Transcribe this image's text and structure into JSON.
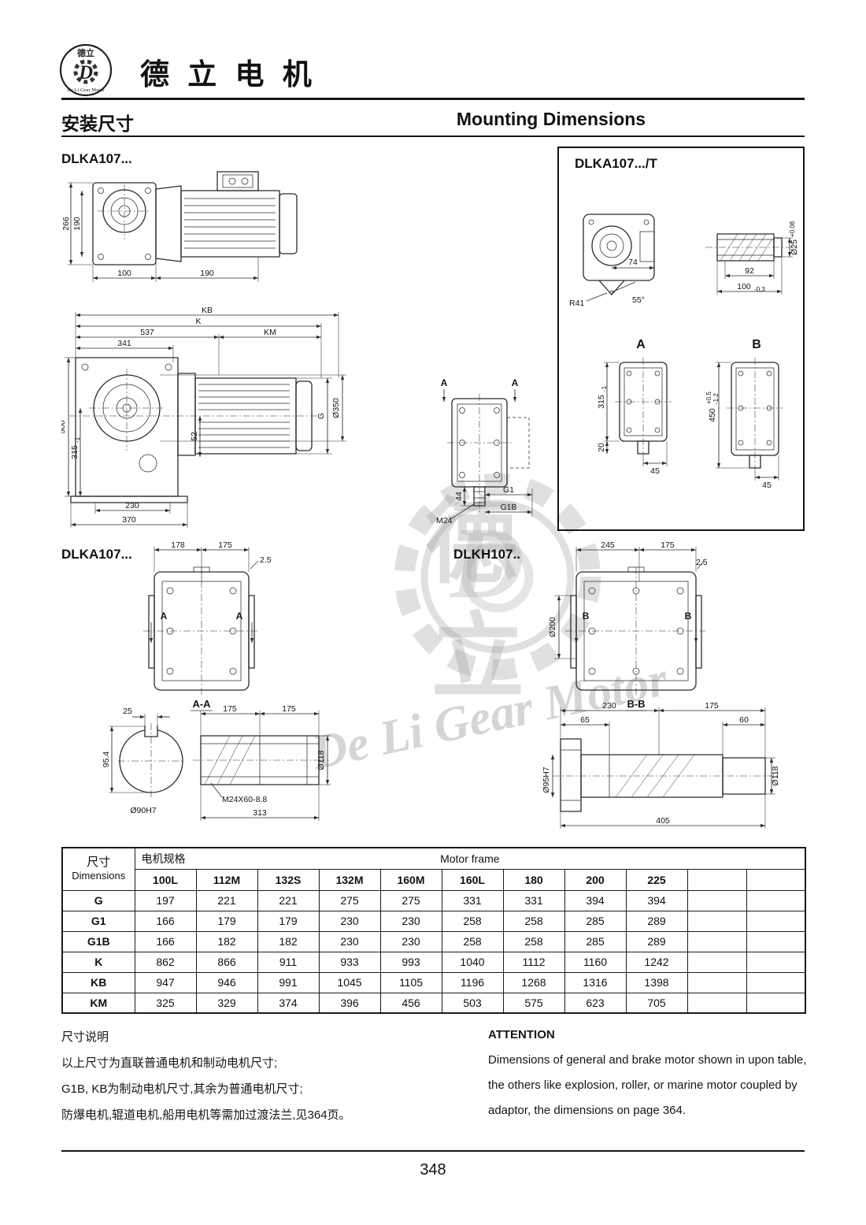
{
  "header": {
    "brand": "德 立 电 机",
    "logo_chars": "德立",
    "logo_letter": "D",
    "logo_script": "De Li Gear Motor",
    "title_cn": "安装尺寸",
    "title_en": "Mounting Dimensions"
  },
  "watermark": {
    "char1": "德",
    "char2": "立",
    "letter": "D",
    "script": "De Li Gear Motor"
  },
  "drawings": {
    "front": {
      "label": "DLKA107...",
      "dim_v_outer": "266",
      "dim_v_inner": "190",
      "dim_h_left": "100",
      "dim_h_right": "190"
    },
    "tbox": {
      "label": "DLKA107.../T",
      "dim_74": "74",
      "dim_r41": "R41",
      "dim_angle": "55°",
      "dim_d25": "Ø25",
      "dim_d25_tol": "+0.08",
      "dim_92": "92",
      "dim_100": "100",
      "dim_100_tol": "-0,3",
      "view_a": "A",
      "view_b": "B",
      "dim_315": "315",
      "dim_315_tol": "-1",
      "dim_20": "20",
      "dim_45_a": "45",
      "dim_450": "450",
      "dim_450_tol_up": "+0.5",
      "dim_450_tol_dn": "-1.2",
      "dim_45_b": "45"
    },
    "side": {
      "dim_kb": "KB",
      "dim_k": "K",
      "dim_537": "537",
      "dim_km": "KM",
      "dim_341": "341",
      "dim_500": "500",
      "dim_315": "315",
      "dim_315_tol": "-1",
      "dim_52": "52",
      "dim_g": "G",
      "dim_d350": "Ø350",
      "dim_230": "230",
      "dim_370": "370"
    },
    "rear": {
      "marker": "A",
      "dim_44": "44",
      "dim_m24": "M24",
      "dim_g1": "G1",
      "dim_g1b": "G1B"
    },
    "aa_view": {
      "label": "DLKA107...",
      "dim_178": "178",
      "dim_175": "175",
      "dim_offset": "2.5",
      "marker": "A",
      "caption": "A-A"
    },
    "bb_view": {
      "label": "DLKH107..",
      "dim_245": "245",
      "dim_175": "175",
      "dim_offset": "2.5",
      "dim_d200": "Ø200",
      "marker": "B",
      "caption": "B-B"
    },
    "aa_section": {
      "dim_25": "25",
      "dim_954": "95.4",
      "dim_d90": "Ø90H7",
      "dim_175_1": "175",
      "dim_175_2": "175",
      "dim_d118": "Ø118",
      "dim_thread": "M24X60-8.8",
      "dim_313": "313"
    },
    "bb_section": {
      "dim_230": "230",
      "dim_175": "175",
      "dim_65": "65",
      "dim_60": "60",
      "dim_d95": "Ø95H7",
      "dim_d118": "Ø118",
      "dim_405": "405"
    }
  },
  "table": {
    "dim_cn": "尺寸",
    "dim_en": "Dimensions",
    "motor_cn": "电机规格",
    "motor_en": "Motor frame",
    "columns": [
      "100L",
      "112M",
      "132S",
      "132M",
      "160M",
      "160L",
      "180",
      "200",
      "225"
    ],
    "rows": [
      {
        "label": "G",
        "values": [
          "197",
          "221",
          "221",
          "275",
          "275",
          "331",
          "331",
          "394",
          "394"
        ]
      },
      {
        "label": "G1",
        "values": [
          "166",
          "179",
          "179",
          "230",
          "230",
          "258",
          "258",
          "285",
          "289"
        ]
      },
      {
        "label": "G1B",
        "values": [
          "166",
          "182",
          "182",
          "230",
          "230",
          "258",
          "258",
          "285",
          "289"
        ]
      },
      {
        "label": "K",
        "values": [
          "862",
          "866",
          "911",
          "933",
          "993",
          "1040",
          "1112",
          "1160",
          "1242"
        ]
      },
      {
        "label": "KB",
        "values": [
          "947",
          "946",
          "991",
          "1045",
          "1105",
          "1196",
          "1268",
          "1316",
          "1398"
        ]
      },
      {
        "label": "KM",
        "values": [
          "325",
          "329",
          "374",
          "396",
          "456",
          "503",
          "575",
          "623",
          "705"
        ]
      }
    ]
  },
  "notes": {
    "cn_title": "尺寸说明",
    "cn_line1": "以上尺寸为直联普通电机和制动电机尺寸;",
    "cn_line2": "G1B, KB为制动电机尺寸,其余为普通电机尺寸;",
    "cn_line3": "防爆电机,辊道电机,船用电机等需加过渡法兰,见364页。",
    "en_title": "ATTENTION",
    "en_line1": "Dimensions of general and brake motor shown in upon table,",
    "en_line2": "the others like explosion, roller, or marine motor coupled by",
    "en_line3": "adaptor, the dimensions on page 364."
  },
  "footer": {
    "page_number": "348"
  }
}
